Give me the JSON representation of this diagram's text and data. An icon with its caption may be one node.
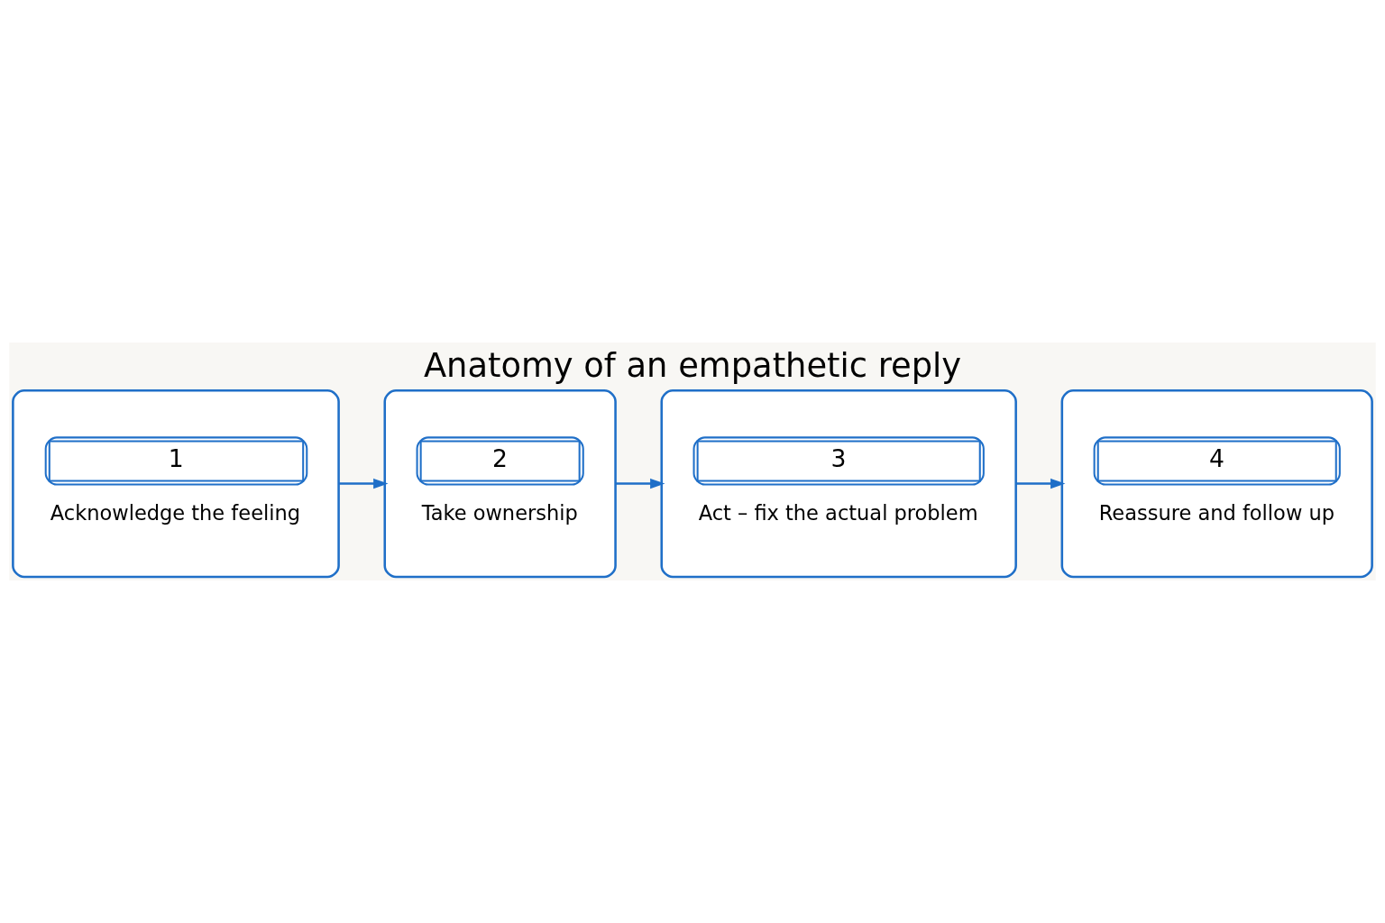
{
  "diagram": {
    "title": "Anatomy of an empathetic reply",
    "nodes": [
      {
        "text": [
          "1",
          "Acknowledge the feeling"
        ]
      },
      {
        "text": [
          "2",
          "Take ownership"
        ]
      },
      {
        "text": [
          "3",
          "Act – fix the actual problem"
        ]
      },
      {
        "text": [
          "4",
          "Reassure and follow up"
        ]
      }
    ],
    "edges": [
      {
        "from": 0,
        "to": 1,
        "arrow": "to"
      },
      {
        "from": 1,
        "to": 2,
        "arrow": "to"
      },
      {
        "from": 2,
        "to": 3,
        "arrow": "to"
      }
    ]
  }
}
